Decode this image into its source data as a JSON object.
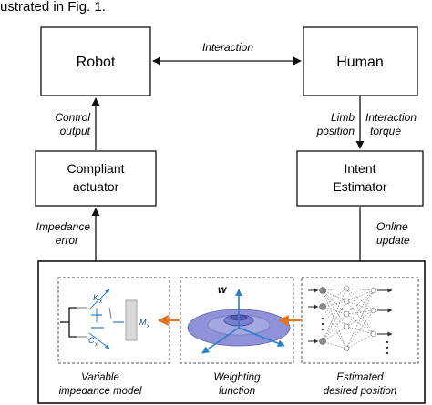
{
  "page_top_fragment": "ustrated in Fig. 1.",
  "boxes": {
    "robot": "Robot",
    "human": "Human",
    "actuator_line1": "Compliant",
    "actuator_line2": "actuator",
    "estimator_line1": "Intent",
    "estimator_line2": "Estimator"
  },
  "edges": {
    "interaction": "Interaction",
    "control_output_1": "Control",
    "control_output_2": "output",
    "limb_position_1": "Limb",
    "limb_position_2": "position",
    "interaction_torque_1": "Interaction",
    "interaction_torque_2": "torque",
    "impedance_error_1": "Impedance",
    "impedance_error_2": "error",
    "online_update_1": "Online",
    "online_update_2": "update"
  },
  "panels": {
    "variable_impedance_1": "Variable",
    "variable_impedance_2": "impedance model",
    "weighting_1": "Weighting",
    "weighting_2": "function",
    "estimated_1": "Estimated",
    "estimated_2": "desired position"
  },
  "symbols": {
    "k": "K",
    "k_sub": "x",
    "c": "C",
    "c_sub": "x",
    "m": "M",
    "m_sub": "x",
    "w": "w"
  },
  "colors": {
    "accent_arrow": "#e8731a",
    "axis_blue": "#2a7fc9",
    "disk": "#8f92d8",
    "nn_node": "#8a8a8a"
  }
}
